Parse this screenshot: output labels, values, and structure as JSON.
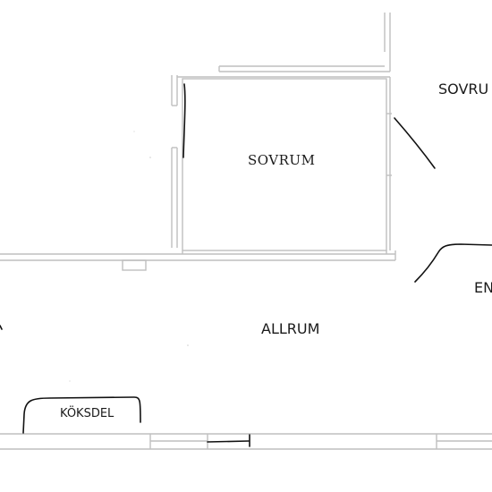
{
  "labels": {
    "sovrum_center": "SOVRUM",
    "sovrum_right": "SOVRU",
    "en": "EN",
    "allrum": "ALLRUM",
    "koksdel": "KÖKSDEL"
  },
  "colors": {
    "wall": "#bfbfbf",
    "wall_dark": "#a8a8a8",
    "ink": "#111111",
    "text": "#1a1a1a",
    "background": "#ffffff"
  }
}
